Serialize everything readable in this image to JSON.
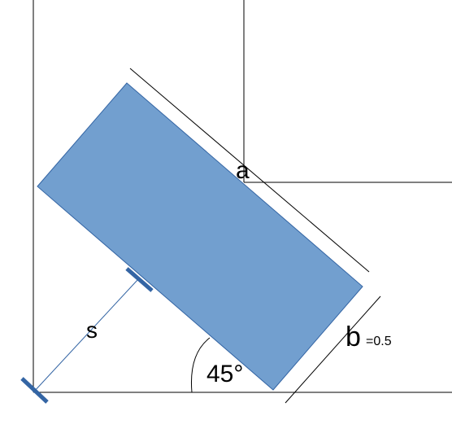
{
  "labels": {
    "side_a": "a",
    "side_b": "b",
    "b_value": "=0.5",
    "distance_s": "s",
    "angle": "45°"
  },
  "colors": {
    "block_fill": "#729fcf",
    "block_stroke": "#3465a4",
    "marker": "#3465a4",
    "lines": "#000000",
    "background": "#ffffff"
  }
}
